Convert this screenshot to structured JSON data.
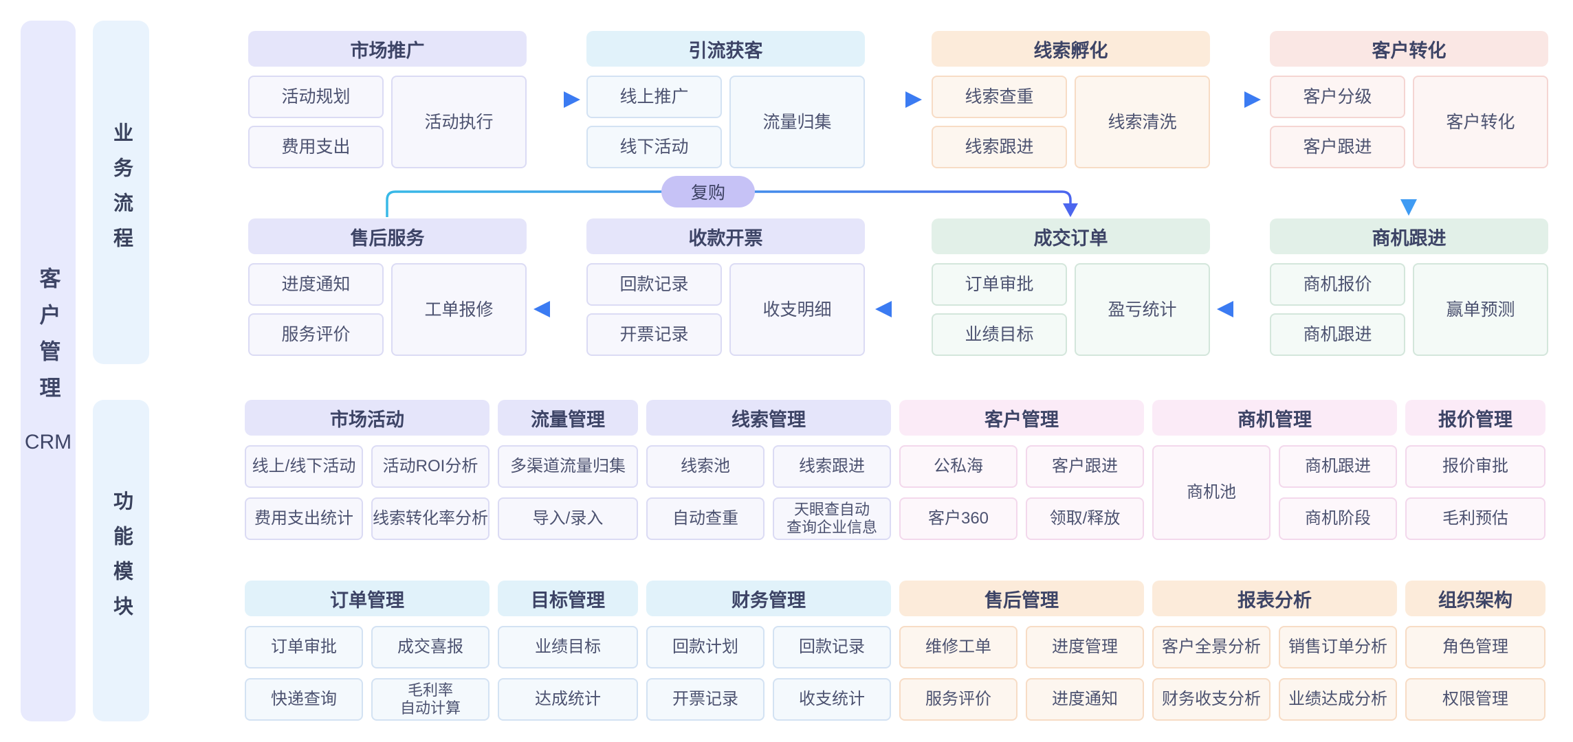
{
  "app": {
    "title": "客户管理",
    "subtitle": "CRM"
  },
  "section_labels": {
    "business": "业务流程",
    "modules": "功能模块"
  },
  "colors": {
    "background": "#ffffff",
    "sidebar_bg": "#e8eafd",
    "section_bar_bg": "#e9f3fd",
    "heading_text": "#3d4466",
    "item_text": "#4c5270",
    "arrow_head": "#3b7bf2",
    "arrow_tail": "#9fd0f8",
    "down_arrow": "#3f9bf3",
    "repurchase_line_start": "#38b9e7",
    "repurchase_line_end": "#4c66ee",
    "repurchase_pill_bg": "#c6c2f6"
  },
  "themes": {
    "lavender": {
      "header_bg": "#e5e5fa",
      "item_border": "#dbdbf4",
      "item_bg": "#f7f7fd"
    },
    "cyan": {
      "header_bg": "#e1f2fa",
      "item_border": "#d3e2f3",
      "item_bg": "#f4f9fd"
    },
    "orange": {
      "header_bg": "#fcebda",
      "item_border": "#f7dcc5",
      "item_bg": "#fdf6ef"
    },
    "rose": {
      "header_bg": "#fae7e4",
      "item_border": "#f5d5d2",
      "item_bg": "#fdf5f4"
    },
    "green": {
      "header_bg": "#e2f0e8",
      "item_border": "#d3e6db",
      "item_bg": "#f4faf7"
    },
    "pink": {
      "header_bg": "#fbebf7",
      "item_border": "#f3d8ec",
      "item_bg": "#fdf7fb"
    }
  },
  "business_flow": {
    "repurchase": "复购",
    "row1": [
      {
        "title": "市场推广",
        "theme": "lavender",
        "stack": [
          "活动规划",
          "费用支出"
        ],
        "tall": "活动执行"
      },
      {
        "title": "引流获客",
        "theme": "cyan",
        "stack": [
          "线上推广",
          "线下活动"
        ],
        "tall": "流量归集"
      },
      {
        "title": "线索孵化",
        "theme": "orange",
        "stack": [
          "线索查重",
          "线索跟进"
        ],
        "tall": "线索清洗"
      },
      {
        "title": "客户转化",
        "theme": "rose",
        "stack": [
          "客户分级",
          "客户跟进"
        ],
        "tall": "客户转化"
      }
    ],
    "row2": [
      {
        "title": "售后服务",
        "theme": "lavender",
        "stack": [
          "进度通知",
          "服务评价"
        ],
        "tall": "工单报修"
      },
      {
        "title": "收款开票",
        "theme": "lavender",
        "stack": [
          "回款记录",
          "开票记录"
        ],
        "tall": "收支明细"
      },
      {
        "title": "成交订单",
        "theme": "green",
        "stack": [
          "订单审批",
          "业绩目标"
        ],
        "tall": "盈亏统计"
      },
      {
        "title": "商机跟进",
        "theme": "green",
        "stack": [
          "商机报价",
          "商机跟进"
        ],
        "tall": "赢单预测"
      }
    ]
  },
  "function_modules": {
    "row1": [
      {
        "title": "市场活动",
        "theme": "lavender",
        "wide": false,
        "cells": [
          [
            "线上/线下活动",
            "活动ROI分析"
          ],
          [
            "费用支出统计",
            "线索转化率分析"
          ]
        ]
      },
      {
        "title": "流量管理",
        "theme": "lavender",
        "wide": true,
        "cells": [
          [
            "多渠道流量归集"
          ],
          [
            "导入/录入"
          ]
        ]
      },
      {
        "title": "线索管理",
        "theme": "lavender",
        "wide": false,
        "cells": [
          [
            "线索池",
            "线索跟进"
          ],
          [
            "自动查重",
            "天眼查自动\n查询企业信息"
          ]
        ]
      },
      {
        "title": "客户管理",
        "theme": "pink",
        "wide": false,
        "cells": [
          [
            "公私海",
            "客户跟进"
          ],
          [
            "客户360",
            "领取/释放"
          ]
        ]
      },
      {
        "title": "商机管理",
        "theme": "pink",
        "wide": false,
        "pool": "商机池",
        "cells": [
          [
            "商机跟进"
          ],
          [
            "商机阶段"
          ]
        ]
      },
      {
        "title": "报价管理",
        "theme": "pink",
        "wide": true,
        "cells": [
          [
            "报价审批"
          ],
          [
            "毛利预估"
          ]
        ]
      }
    ],
    "row2": [
      {
        "title": "订单管理",
        "theme": "cyan",
        "wide": false,
        "cells": [
          [
            "订单审批",
            "成交喜报"
          ],
          [
            "快递查询",
            "毛利率\n自动计算"
          ]
        ]
      },
      {
        "title": "目标管理",
        "theme": "cyan",
        "wide": true,
        "cells": [
          [
            "业绩目标"
          ],
          [
            "达成统计"
          ]
        ]
      },
      {
        "title": "财务管理",
        "theme": "cyan",
        "wide": false,
        "cells": [
          [
            "回款计划",
            "回款记录"
          ],
          [
            "开票记录",
            "收支统计"
          ]
        ]
      },
      {
        "title": "售后管理",
        "theme": "orange",
        "wide": false,
        "cells": [
          [
            "维修工单",
            "进度管理"
          ],
          [
            "服务评价",
            "进度通知"
          ]
        ]
      },
      {
        "title": "报表分析",
        "theme": "orange",
        "wide": false,
        "cells": [
          [
            "客户全景分析",
            "销售订单分析"
          ],
          [
            "财务收支分析",
            "业绩达成分析"
          ]
        ]
      },
      {
        "title": "组织架构",
        "theme": "orange",
        "wide": true,
        "cells": [
          [
            "角色管理"
          ],
          [
            "权限管理"
          ]
        ]
      }
    ]
  }
}
